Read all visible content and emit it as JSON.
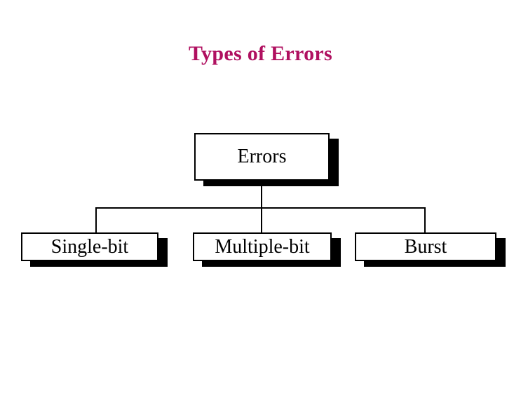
{
  "slide": {
    "title": "Types of Errors",
    "title_color": "#B01060",
    "background_color": "#FFFFFF"
  },
  "diagram": {
    "type": "tree",
    "node_border_color": "#000000",
    "node_fill_color": "#FFFFFF",
    "node_shadow_color": "#000000",
    "connector_color": "#000000",
    "root": {
      "label": "Errors"
    },
    "children": [
      {
        "label": "Single-bit"
      },
      {
        "label": "Multiple-bit"
      },
      {
        "label": "Burst"
      }
    ]
  }
}
